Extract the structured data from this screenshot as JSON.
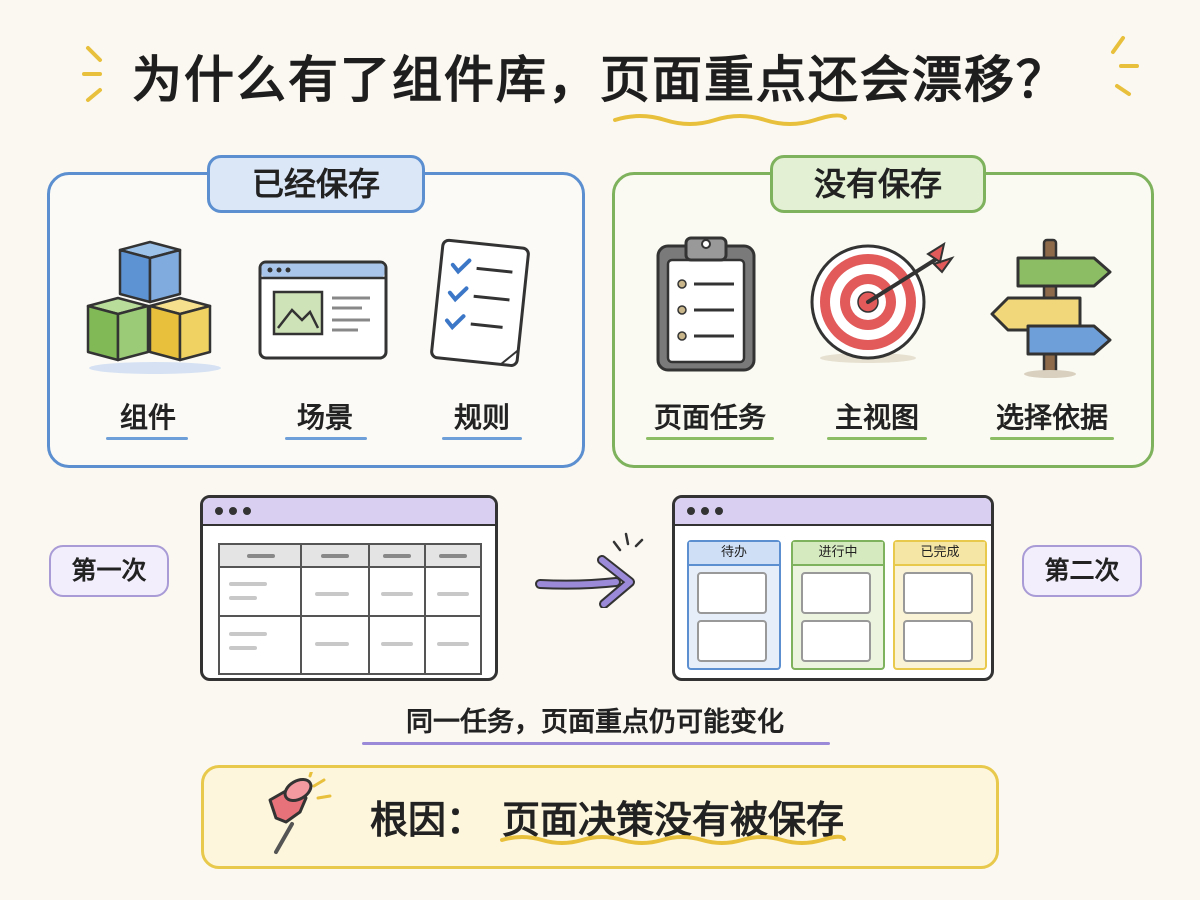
{
  "title": "为什么有了组件库，页面重点还会漂移？",
  "saved": {
    "heading": "已经保存",
    "items": [
      {
        "label": "组件",
        "icon": "blocks-icon"
      },
      {
        "label": "场景",
        "icon": "browser-window-icon"
      },
      {
        "label": "规则",
        "icon": "checklist-icon"
      }
    ]
  },
  "not_saved": {
    "heading": "没有保存",
    "items": [
      {
        "label": "页面任务",
        "icon": "clipboard-icon"
      },
      {
        "label": "主视图",
        "icon": "target-icon"
      },
      {
        "label": "选择依据",
        "icon": "signpost-icon"
      }
    ]
  },
  "first": {
    "label": "第一次"
  },
  "second": {
    "label": "第二次",
    "columns": [
      "待办",
      "进行中",
      "已完成"
    ]
  },
  "caption": "同一任务，页面重点仍可能变化",
  "root_cause": {
    "prefix": "根因：",
    "text": "页面决策没有被保存"
  },
  "colors": {
    "blue": "#5b8fd0",
    "green": "#7fb25c",
    "purple": "#a89bd6",
    "yellow": "#e8c94c"
  }
}
